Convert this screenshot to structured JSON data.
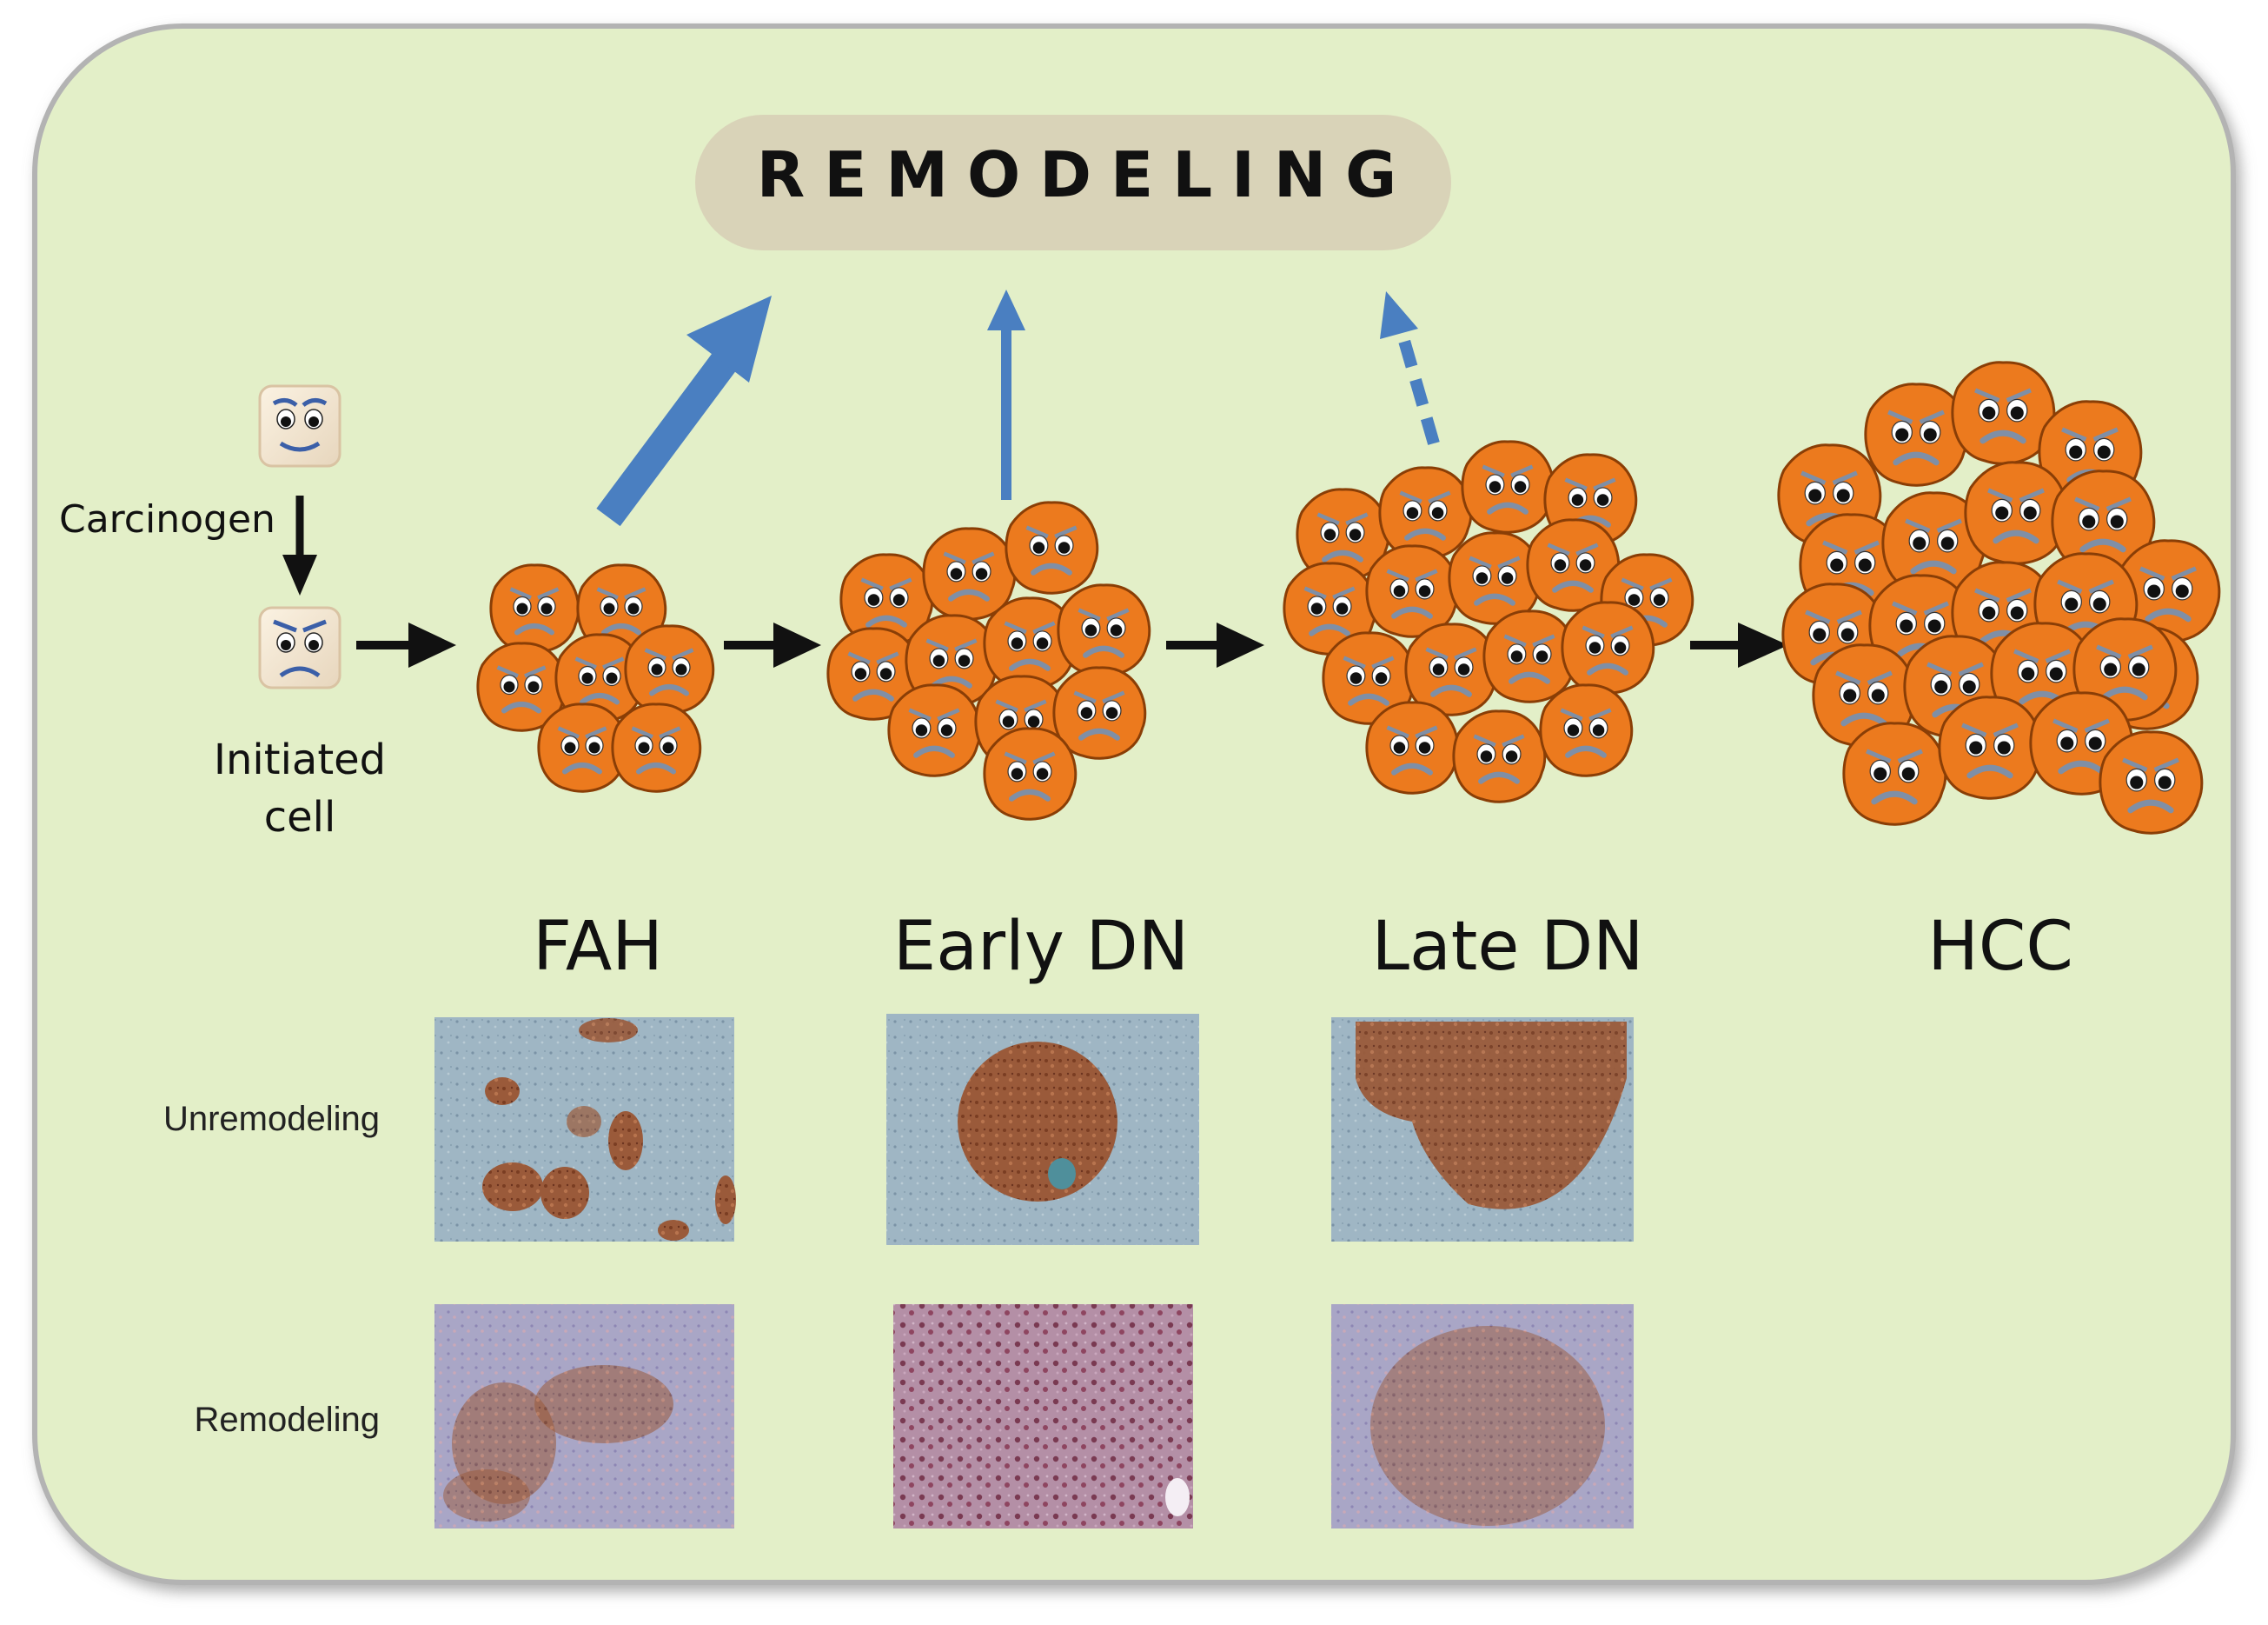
{
  "title": "REMODELING",
  "labels": {
    "carcinogen": "Carcinogen",
    "initiated_line1": "Initiated",
    "initiated_line2": "cell"
  },
  "stages": [
    "FAH",
    "Early DN",
    "Late DN",
    "HCC"
  ],
  "row_labels": {
    "unremodeling": "Unremodeling",
    "remodeling": "Remodeling"
  },
  "colors": {
    "panel_bg": "#e3efc8",
    "cell_fill": "#ec7a1e",
    "cell_stroke": "#8a3e06",
    "arrow_blue": "#4a7fc1",
    "title_pill": "#d9d3b8"
  },
  "remodeling_arrows": [
    {
      "stage": "FAH",
      "style": "thick"
    },
    {
      "stage": "Early DN",
      "style": "thin"
    },
    {
      "stage": "Late DN",
      "style": "dashed"
    }
  ]
}
